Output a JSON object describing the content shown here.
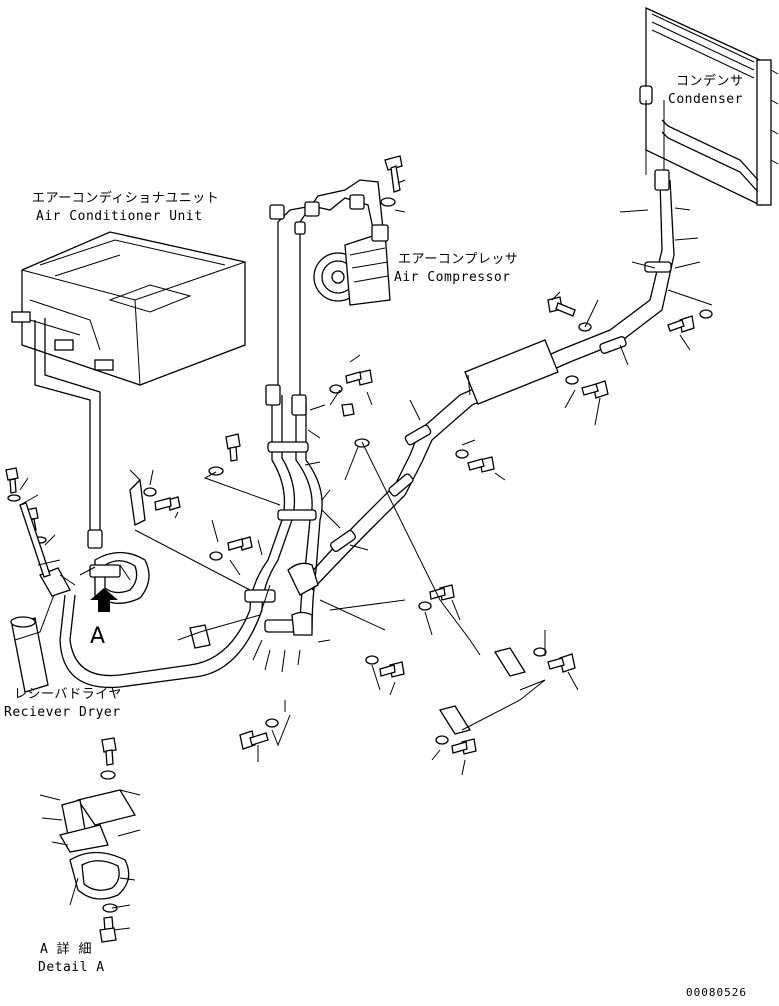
{
  "labels": {
    "condenser_jp": "コンデンサ",
    "condenser_en": "Condenser",
    "ac_unit_jp": "エアーコンディショナユニット",
    "ac_unit_en": "Air Conditioner Unit",
    "compressor_jp": "エアーコンプレッサ",
    "compressor_en": "Air Compressor",
    "receiver_jp": "レシーバドライヤ",
    "receiver_en": "Reciever Dryer",
    "view_letter": "A",
    "detail_jp": "A 詳 細",
    "detail_en": "Detail A",
    "drawing_number": "00080526"
  }
}
